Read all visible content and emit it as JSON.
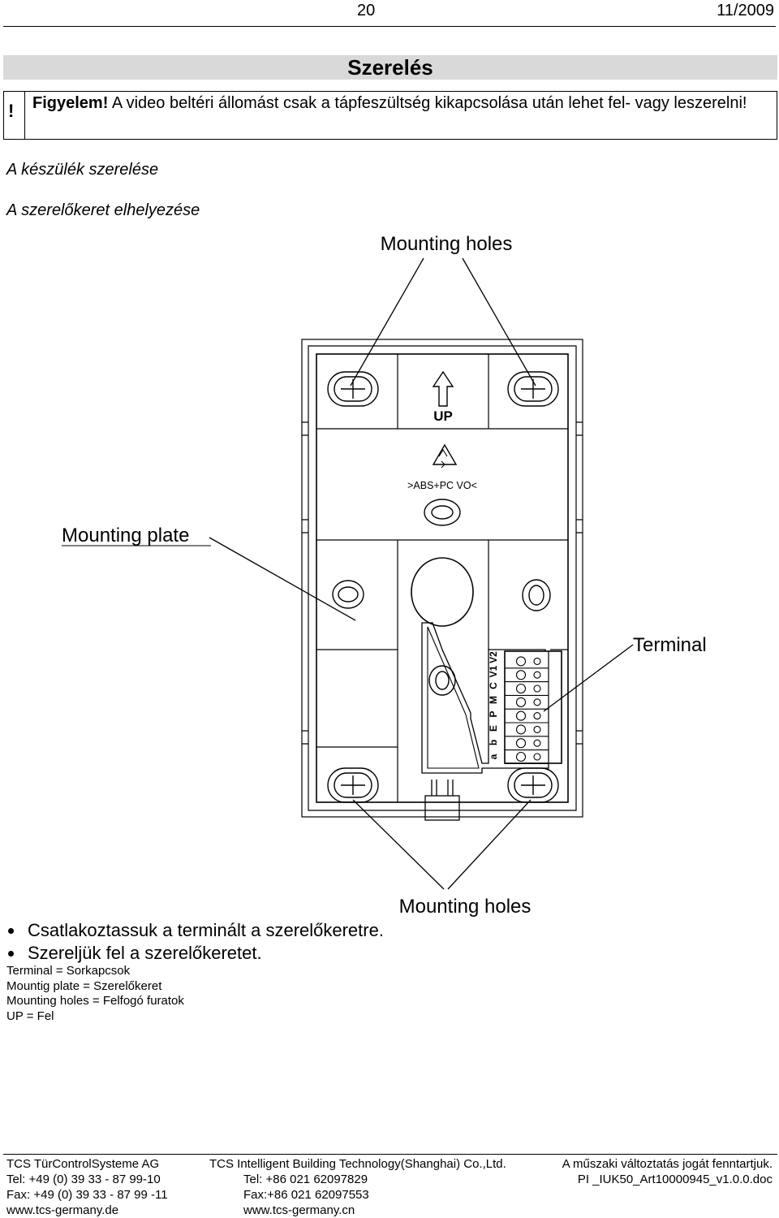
{
  "header": {
    "page_number": "20",
    "date": "11/2009"
  },
  "section_title": "Szerelés",
  "warning": {
    "symbol": "!",
    "label": "Figyelem!",
    "text": " A video beltéri állomást csak a tápfeszültség kikapcsolása után lehet fel- vagy leszerelni!"
  },
  "headings": {
    "mounting": "A készülék szerelése",
    "plate_position": "A szerelőkeret elhelyezése"
  },
  "figure": {
    "callout_top": "Mounting holes",
    "callout_plate": "Mounting plate",
    "callout_terminal": "Terminal",
    "callout_bottom": "Mounting holes",
    "arrow_label": "UP",
    "material_mark": ">ABS+PC VO<",
    "terminal_labels": [
      "a",
      "b",
      "E",
      "P",
      "M",
      "C",
      "V1",
      "V2"
    ]
  },
  "bullets": [
    "Csatlakoztassuk a terminált a szerelőkeretre.",
    "Szereljük fel a szerelőkeretet."
  ],
  "legend": [
    "Terminal = Sorkapcsok",
    "Mountig plate = Szerelőkeret",
    "Mounting holes = Felfogó furatok",
    "UP = Fel"
  ],
  "footer": {
    "col1": [
      "TCS TürControlSysteme AG",
      "Tel:  +49 (0) 39 33 - 87 99-10",
      "Fax: +49 (0) 39 33 - 87 99 -11",
      "www.tcs-germany.de"
    ],
    "col2": [
      "TCS Intelligent Building Technology(Shanghai) Co.,Ltd.",
      "Tel: +86 021 62097829",
      "Fax:+86 021 62097553",
      "www.tcs-germany.cn"
    ],
    "col3": [
      "A műszaki változtatás jogát fenntartjuk.",
      "PI _IUK50_Art10000945_v1.0.0.doc"
    ]
  }
}
